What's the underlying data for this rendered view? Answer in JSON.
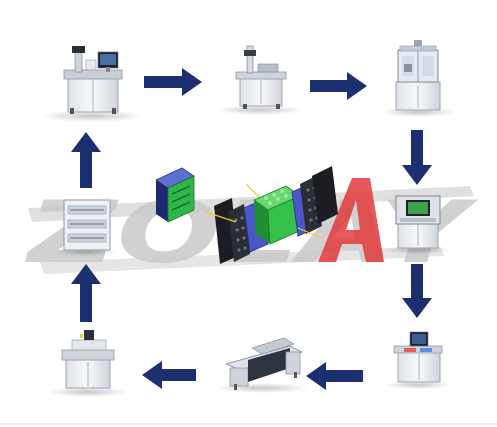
{
  "watermark": {
    "text": "ZOLAY",
    "color": "#c9c9c9",
    "accent_color": "#e23a3a"
  },
  "colors": {
    "arrow": "#1c2f6e",
    "cell_green": "#36c24a",
    "plate_blue": "#4b57c9",
    "machine_body": "#eceff3",
    "machine_frame": "#8f99a6"
  },
  "flow": [
    {
      "machine": "station-1",
      "icon": "machine-with-display-icon"
    },
    {
      "machine": "station-2",
      "icon": "machine-with-column-icon"
    },
    {
      "machine": "station-3",
      "icon": "enclosed-cabinet-machine-icon"
    },
    {
      "machine": "station-4",
      "icon": "tester-with-screen-icon"
    },
    {
      "machine": "station-5",
      "icon": "console-machine-icon"
    },
    {
      "machine": "station-6",
      "icon": "conveyor-oven-icon"
    },
    {
      "machine": "station-7",
      "icon": "bench-machine-icon"
    },
    {
      "machine": "station-8",
      "icon": "stacked-tray-machine-icon"
    }
  ],
  "center": {
    "icon": "battery-pack-exploded-icon",
    "assembled_icon": "battery-module-icon"
  }
}
